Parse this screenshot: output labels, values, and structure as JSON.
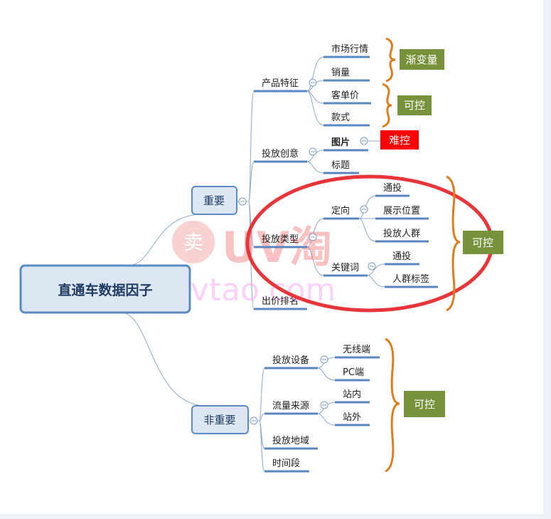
{
  "root": "直通车数据因子",
  "important": {
    "label": "重要",
    "groups": [
      {
        "label": "产品特征",
        "children": [
          "市场行情",
          "销量",
          "客单价",
          "款式"
        ]
      },
      {
        "label": "投放创意",
        "children": [
          "图片",
          "标题"
        ]
      },
      {
        "label": "投放类型",
        "children": [
          {
            "label": "定向",
            "children": [
              "通投",
              "展示位置",
              "投放人群"
            ]
          },
          {
            "label": "关键词",
            "children": [
              "通投",
              "人群标签"
            ]
          }
        ]
      },
      {
        "label": "出价排名"
      }
    ]
  },
  "unimportant": {
    "label": "非重要",
    "groups": [
      {
        "label": "投放设备",
        "children": [
          "无线端",
          "PC端"
        ]
      },
      {
        "label": "流量来源",
        "children": [
          "站内",
          "站外"
        ]
      },
      {
        "label": "投放地域"
      },
      {
        "label": "时间段"
      }
    ]
  },
  "tags": {
    "gradual": "渐变量",
    "controllable1": "可控",
    "hard": "难控",
    "controllable2": "可控",
    "controllable3": "可控"
  },
  "watermark": {
    "brand": "UV淘",
    "site": "uvtao.com",
    "seal": "卖"
  },
  "colors": {
    "tag_green": "#77923a",
    "hard_red": "#ff0000",
    "brace_orange": "#e07c1a",
    "ellipse_red": "#e8353a"
  }
}
